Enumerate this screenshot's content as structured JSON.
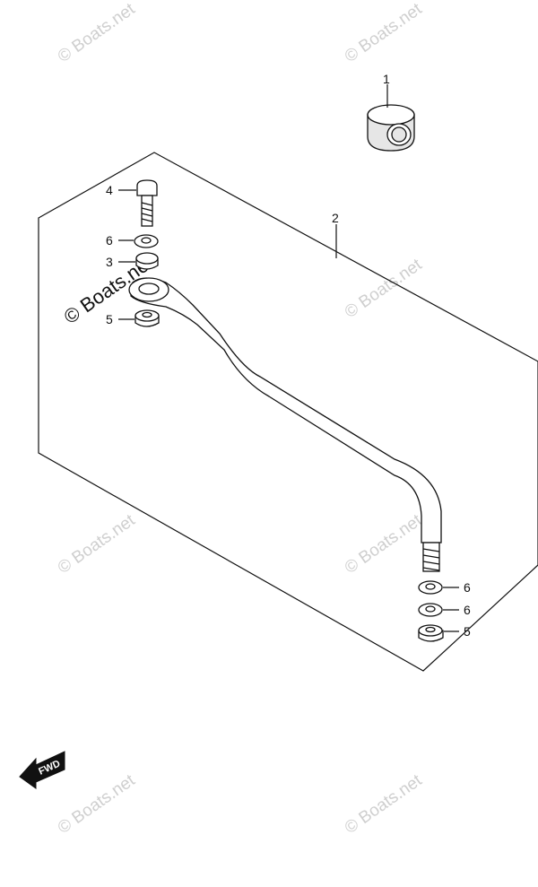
{
  "callouts": {
    "c1": "1",
    "c2": "2",
    "c3": "3",
    "c4": "4",
    "c5a": "5",
    "c5b": "5",
    "c6a": "6",
    "c6b": "6",
    "c6c": "6"
  },
  "watermark": "© Boats.net",
  "fwd_label": "FWD"
}
